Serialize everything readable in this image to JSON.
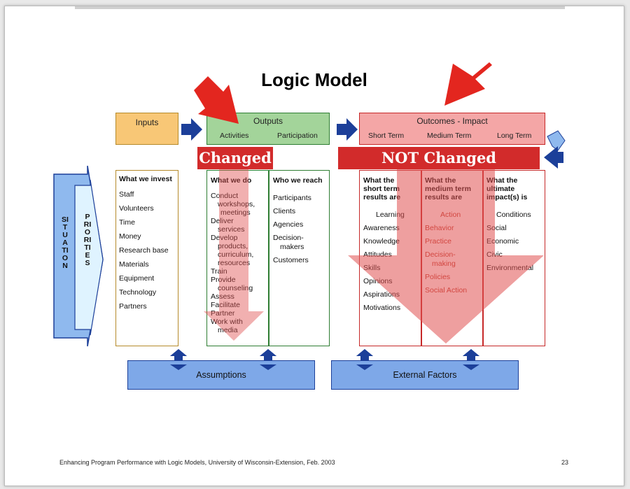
{
  "title": "Logic Model",
  "inputs": {
    "header": "Inputs",
    "col_title": "What we invest",
    "items": [
      "Staff",
      "Volunteers",
      "Time",
      "Money",
      "Research base",
      "Materials",
      "Equipment",
      "Technology",
      "Partners"
    ]
  },
  "outputs": {
    "header": "Outputs",
    "sub_activities": "Activities",
    "sub_participation": "Participation",
    "activities_title": "What we do",
    "participation_title": "Who we reach",
    "activities": [
      "Conduct",
      "workshops,",
      "meetings",
      "Deliver",
      "services",
      "Develop",
      "products,",
      "curriculum,",
      "resources",
      "Train",
      "Provide",
      "counseling",
      "Assess",
      "Facilitate",
      "Partner",
      "Work with",
      "media"
    ],
    "participation": [
      "Participants",
      "Clients",
      "Agencies",
      "Decision-",
      "makers",
      "Customers"
    ]
  },
  "outcomes": {
    "header": "Outcomes - Impact",
    "sub_short": "Short Term",
    "sub_medium": "Medium Term",
    "sub_long": "Long Term",
    "short": {
      "title": [
        "What the",
        "short term",
        "results are"
      ],
      "items": [
        "Learning",
        "Awareness",
        "Knowledge",
        "Attitudes",
        "Skills",
        "Opinions",
        "Aspirations",
        "Motivations"
      ]
    },
    "medium": {
      "title": [
        "What the",
        "medium term",
        "results are"
      ],
      "items": [
        "Action",
        "Behavior",
        "Practice",
        "Decision-",
        "making",
        "Policies",
        "Social Action"
      ]
    },
    "long": {
      "title": [
        "What the",
        "ultimate",
        "impact(s) is"
      ],
      "items": [
        "Conditions",
        "Social",
        "Economic",
        "Civic",
        "Environmental"
      ]
    }
  },
  "labels": {
    "changed": "Changed",
    "not_changed": "NOT Changed"
  },
  "situation": "SITUATION",
  "priorities": "PRIORITIES",
  "assumptions": "Assumptions",
  "external_factors": "External Factors",
  "footer": "Enhancing Program Performance with Logic Models, University of Wisconsin-Extension, Feb. 2003",
  "page_number": "23",
  "colors": {
    "inputs_fill": "#f8c776",
    "inputs_border": "#b58a2a",
    "outputs_fill": "#a3d49a",
    "outputs_border": "#2e7d32",
    "outcomes_fill": "#f4a6a6",
    "outcomes_border": "#c62828",
    "arrow_blue": "#1c3f99",
    "callout_red": "#d22b2b"
  }
}
